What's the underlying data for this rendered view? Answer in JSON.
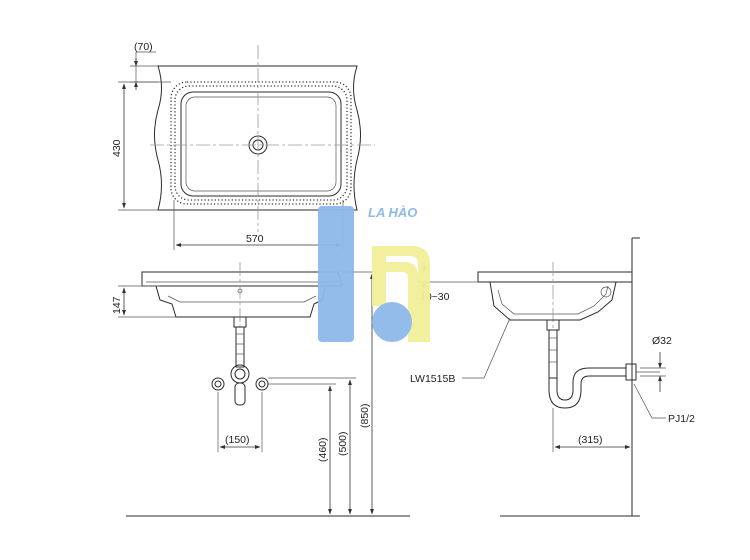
{
  "top_view": {
    "overhang": "(70)",
    "depth": "430",
    "width": "570"
  },
  "front_view": {
    "height": "147",
    "trap_spacing": "(150)",
    "supply_height": "(460)",
    "drain_height": "(500)",
    "counter_height": "(850)"
  },
  "side_view": {
    "clearance": "10~30",
    "model_label": "LW1515B",
    "pipe_diameter": "Ø32",
    "outlet_distance": "(315)",
    "fitting_label": "PJ1/2"
  },
  "watermark": {
    "text": "LA HÀO",
    "colors": {
      "blue": "#8fb9ea",
      "yellow": "#f2ef9a",
      "text": "#8fb9ea"
    }
  }
}
